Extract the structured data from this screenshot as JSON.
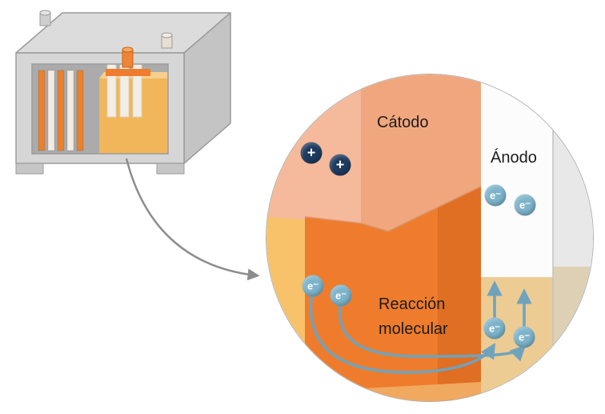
{
  "labels": {
    "cathode": "Cátodo",
    "anode": "Ánodo",
    "reaction_line1": "Reacción",
    "reaction_line2": "molecular"
  },
  "symbols": {
    "plus": "+",
    "electron": "e⁻"
  },
  "colors": {
    "cathode_salmon_light": "#f5b99c",
    "cathode_salmon_medium": "#f1a77e",
    "electrode_orange": "#ee7c2c",
    "electrode_orange_dark": "#e06e23",
    "separator_yellow": "#f7c269",
    "electrolyte_tan": "#edcc93",
    "anode_white": "#fcfcfc",
    "case_gray": "#e8e8e8",
    "electron_blue": "#7db3cb",
    "positive_charge_navy": "#1e3a5f",
    "arrow_teal": "#6fa3bd",
    "pointer_gray": "#8c8c8c"
  }
}
